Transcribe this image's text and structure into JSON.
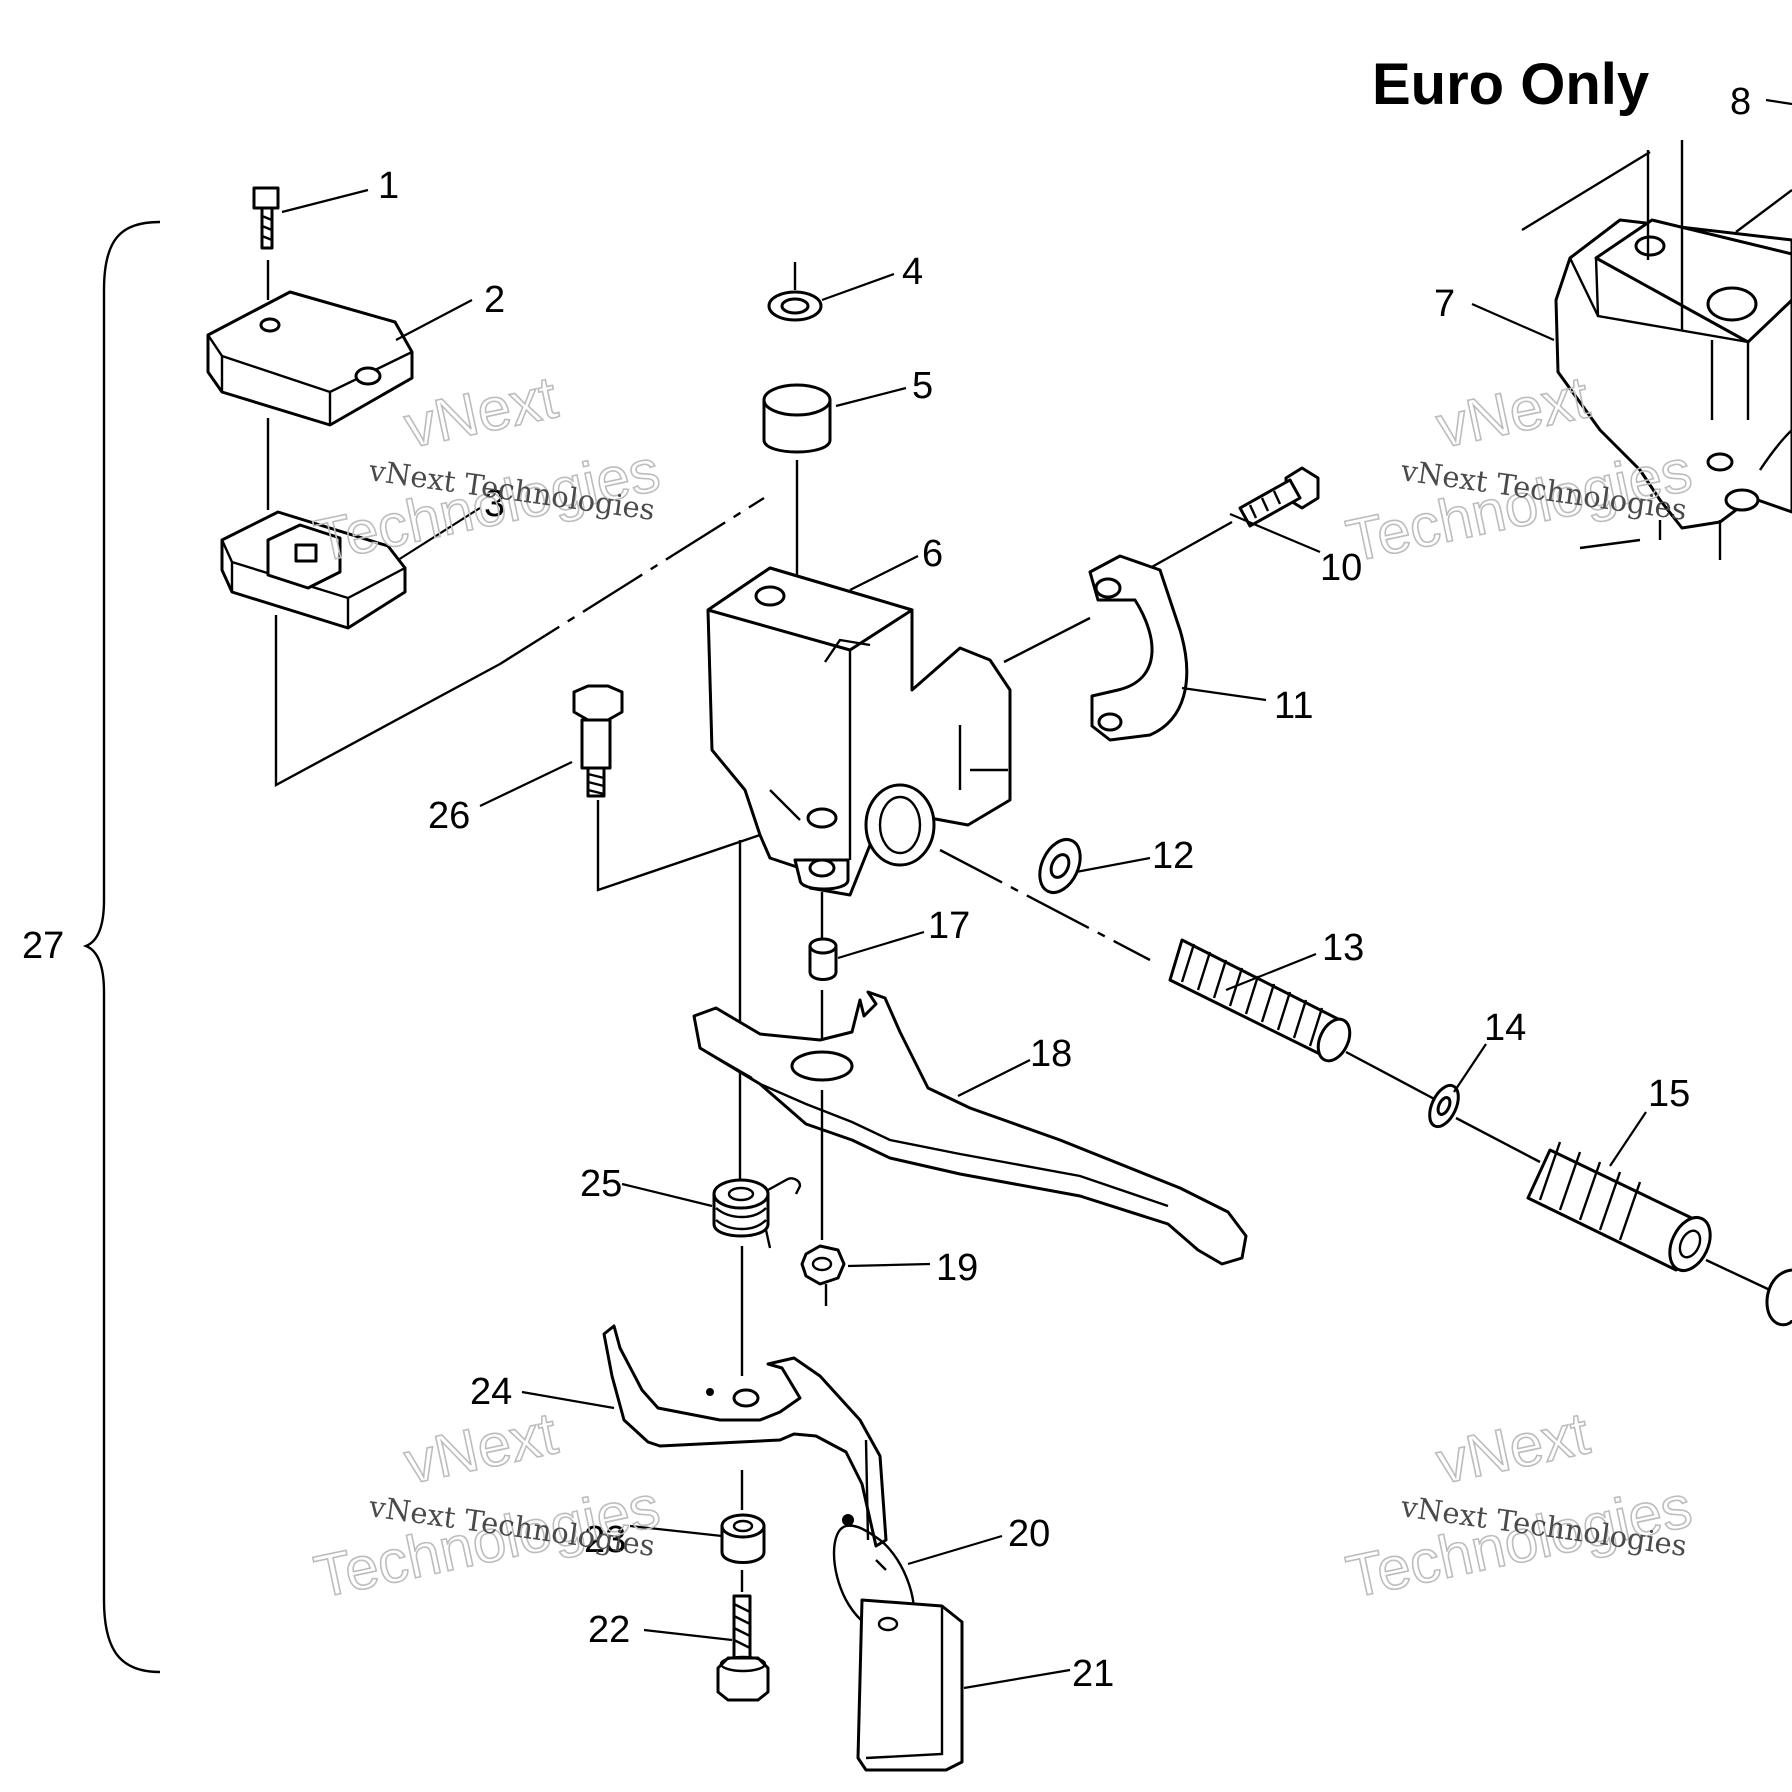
{
  "title": "Euro Only",
  "labels": {
    "p1": "1",
    "p2": "2",
    "p3": "3",
    "p4": "4",
    "p5": "5",
    "p6": "6",
    "p7": "7",
    "p8": "8",
    "p10": "10",
    "p11": "11",
    "p12": "12",
    "p13": "13",
    "p14": "14",
    "p15": "15",
    "p17": "17",
    "p18": "18",
    "p19": "19",
    "p20": "20",
    "p21": "21",
    "p22": "22",
    "p23": "23",
    "p24": "24",
    "p25": "25",
    "p26": "26",
    "p27": "27"
  },
  "watermark": {
    "line": "vNext Technologies",
    "brand": "vNext",
    "brand2": "Technologies"
  }
}
